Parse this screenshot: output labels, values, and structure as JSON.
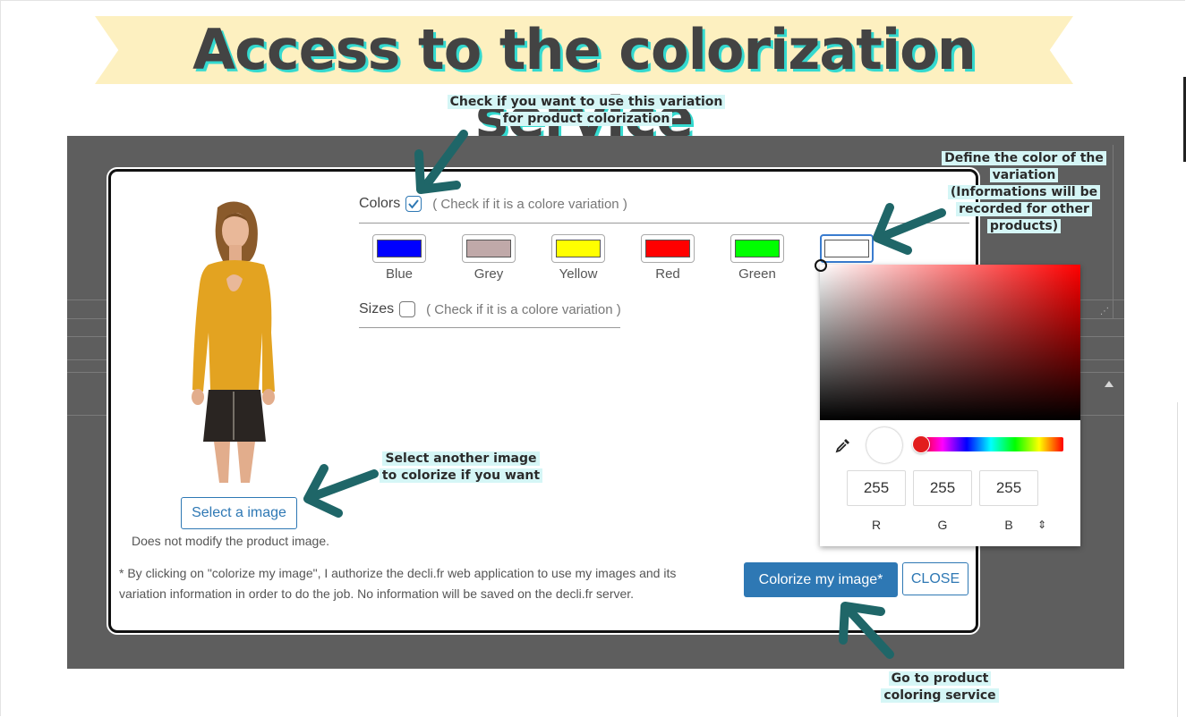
{
  "title": "Access to the colorization service",
  "annotations": {
    "checkbox_hint_line1": "Check if you want to use this variation",
    "checkbox_hint_line2": "for product colorization",
    "color_hint_line1": "Define the color of the",
    "color_hint_line2": "variation",
    "color_hint_line3": "(Informations will be",
    "color_hint_line4": "recorded for other",
    "color_hint_line5": "products)",
    "image_hint_line1": "Select another image",
    "image_hint_line2": "to colorize if you want",
    "service_hint_line1": "Go to product",
    "service_hint_line2": "coloring service"
  },
  "colors_attribute": {
    "label": "Colors",
    "checked": true,
    "hint": "( Check if it is a colore variation )"
  },
  "sizes_attribute": {
    "label": "Sizes",
    "checked": false,
    "hint": "( Check if it is a colore variation )"
  },
  "swatches": [
    {
      "label": "Blue",
      "color": "#0000ff"
    },
    {
      "label": "Grey",
      "color": "#c0a9a9"
    },
    {
      "label": "Yellow",
      "color": "#ffff00"
    },
    {
      "label": "Red",
      "color": "#ff0000"
    },
    {
      "label": "Green",
      "color": "#00ff00"
    },
    {
      "label": "",
      "color": "#ffffff"
    }
  ],
  "color_picker": {
    "r": "255",
    "g": "255",
    "b": "255",
    "r_label": "R",
    "g_label": "G",
    "b_label": "B",
    "mode_toggle_glyph": "⇕"
  },
  "modal": {
    "select_image_label": "Select a image",
    "image_note": "Does not modify the product image.",
    "disclaimer": "* By clicking on \"colorize my image\", I authorize the decli.fr web application to use my images and its variation information in order to do the job. No information will be saved on the decli.fr server.",
    "colorize_label": "Colorize my image*",
    "close_label": "CLOSE"
  },
  "theme": {
    "accent": "#2e78b4",
    "annotation_bg": "#d5f6f6",
    "arrow": "#1f6668",
    "banner_bg": "#fdf0c0",
    "title_shadow": "#34d9cf"
  }
}
